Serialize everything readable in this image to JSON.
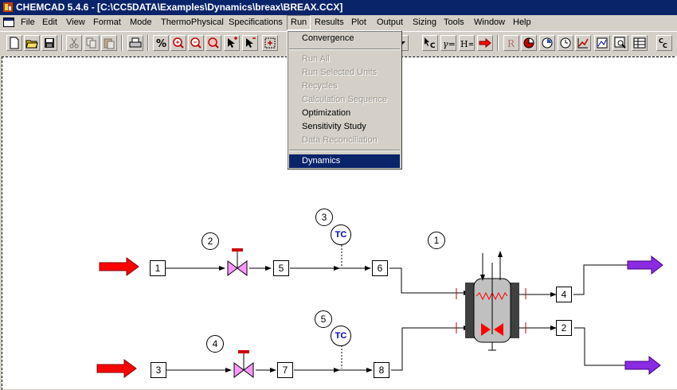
{
  "window": {
    "title": "CHEMCAD 5.4.6 - [C:\\CC5DATA\\Examples\\Dynamics\\breax\\BREAX.CCX]"
  },
  "menubar": {
    "items": [
      "File",
      "Edit",
      "View",
      "Format",
      "Mode",
      "ThermoPhysical",
      "Specifications",
      "Run",
      "Results",
      "Plot",
      "Output",
      "Sizing",
      "Tools",
      "Window",
      "Help"
    ],
    "active": "Run"
  },
  "run_menu": {
    "items": [
      {
        "label": "Convergence",
        "enabled": true
      },
      {
        "label": "Run All",
        "enabled": false
      },
      {
        "label": "Run Selected Units",
        "enabled": false
      },
      {
        "label": "Recycles",
        "enabled": false
      },
      {
        "label": "Calculation Sequence",
        "enabled": false
      },
      {
        "label": "Optimization",
        "enabled": true
      },
      {
        "label": "Sensitivity Study",
        "enabled": true
      },
      {
        "label": "Data Reconciliation",
        "enabled": false
      },
      {
        "label": "Dynamics",
        "enabled": true,
        "highlighted": true
      }
    ]
  },
  "toolbar": {
    "buttons": [
      "new-icon",
      "open-icon",
      "save-icon",
      "cut-icon",
      "copy-icon",
      "paste-icon",
      "print-icon",
      "percent-icon",
      "zoom-in-icon",
      "zoom-out-icon",
      "zoom-window-icon",
      "select-add-icon",
      "select-remove-icon",
      "select-box-icon",
      "pointer-c-icon",
      "gamma-icon",
      "enthalpy-icon",
      "run-arrow-icon",
      "report-icon",
      "pie-icon",
      "clock-icon",
      "timer-icon",
      "chart-icon",
      "plot-icon",
      "zoom-plot-icon",
      "table-icon",
      "cc-icon"
    ],
    "labels": {
      "pointer_c": "C",
      "gamma": "γ=",
      "enthalpy": "H="
    }
  },
  "flowsheet": {
    "streams": [
      "1",
      "2",
      "3",
      "4",
      "5",
      "6",
      "7",
      "8"
    ],
    "units": [
      "1",
      "2",
      "3",
      "4",
      "5"
    ],
    "controllers": [
      "TC",
      "TC"
    ],
    "colors": {
      "feed_arrow": "#ff0000",
      "product_arrow": "#8b2be2",
      "valve": "#ff99ff",
      "valve_stem": "#cc0000",
      "reactor": "#c0c0c0",
      "coil": "#ff0000"
    }
  }
}
